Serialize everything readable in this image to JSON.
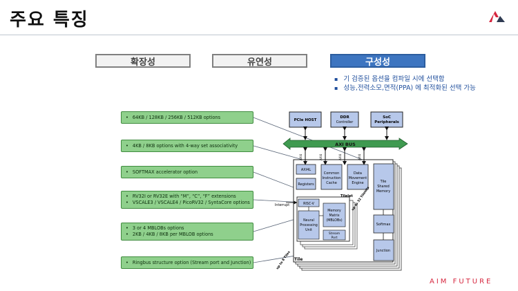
{
  "header": {
    "title": "주요 특징",
    "logo_icon": "aim-logo-icon"
  },
  "tabs": [
    {
      "label": "확장성",
      "active": false
    },
    {
      "label": "유연성",
      "active": false
    },
    {
      "label": "구성성",
      "active": true
    }
  ],
  "bullets": [
    "기 검증된 옵션을 컴파일 시에 선택함",
    "성능,전력소모,면적(PPA) 에 최적화된 선택 가능"
  ],
  "options": [
    {
      "lines": [
        "64KB / 128KB / 256KB / 512KB options"
      ]
    },
    {
      "lines": [
        "4KB / 8KB options with 4-way set associativity"
      ]
    },
    {
      "lines": [
        "SOFTMAX accelerator option"
      ]
    },
    {
      "lines": [
        "RV32I or RV32E with “M”, “C”, “F” extensions",
        "VSCALE3 / VSCALE4 / PicoRV32 / SyntaCore options"
      ]
    },
    {
      "lines": [
        "3 or 4 MBLOBs options",
        "2KB / 4KB / 8KB per MBLOB options"
      ]
    },
    {
      "lines": [
        "Ringbus structure option (Stream port and Junction)"
      ]
    }
  ],
  "diagram": {
    "top_blocks": [
      "PCIe HOST",
      "DDR Controller",
      "SoC Peripherals"
    ],
    "axi_bus": "AXI BUS",
    "axi_labels": [
      "AXI4",
      "AXI4",
      "AXI4",
      "AXI4"
    ],
    "blocks": {
      "axi4l": "AXI4L",
      "registers": "Registers",
      "common_cache": "Common Instruction Cache",
      "dma": "Data Movement Engine",
      "tile_shared_memory": "Tile Shared Memory",
      "softmax": "Softmax",
      "junction": "Junction",
      "riscv": "RISC-V",
      "npu": "Neural Processing Unit",
      "memory_matrix": "Memory Matrix (MBLOBs)",
      "stream_port": "Stream Port"
    },
    "interrupt": "Interrupt",
    "tilelet": "Tilelet",
    "tile": "Tile",
    "up_to_tilelets": "up to 32 Tilelets",
    "up_to_tiles": "up to 8 Tiles"
  },
  "footer": {
    "brand": "AIM FUTURE"
  },
  "colors": {
    "active_tab": "#3d75c0",
    "option_fill": "#8fd08c",
    "bus": "#3f9a50",
    "block": "#b7c8ea",
    "footer": "#d6263e"
  }
}
